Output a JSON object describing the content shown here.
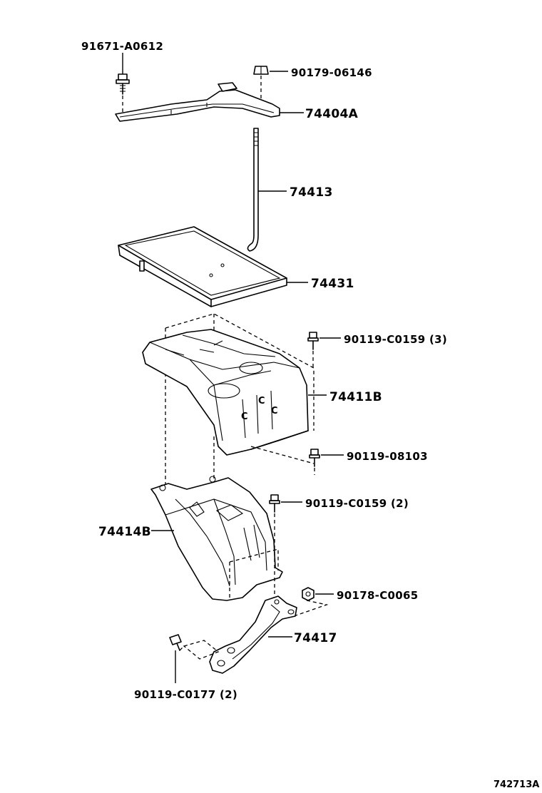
{
  "diagram_id": "742713A",
  "callouts": {
    "bolt_top": "91671-A0612",
    "nut_top": "90179-06146",
    "clamp": "74404A",
    "rod": "74413",
    "tray": "74431",
    "bolt_right_3": "90119-C0159 (3)",
    "carrier": "74411B",
    "bolt_08103": "90119-08103",
    "bolt_right_2": "90119-C0159 (2)",
    "lower_bracket": "74414B",
    "nut_c0065": "90178-C0065",
    "stay": "74417",
    "bolt_c0177": "90119-C0177 (2)"
  }
}
